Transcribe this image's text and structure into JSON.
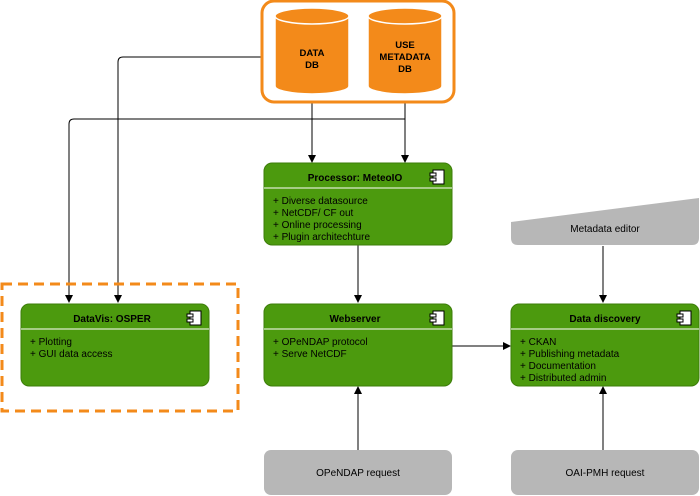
{
  "colors": {
    "component_fill": "#4c9a0e",
    "component_stroke": "#3d7d0a",
    "db_fill": "#f38a1a",
    "highlight": "#f38a1a",
    "request_fill": "#b7b7b7",
    "arrow": "#000000"
  },
  "databases": [
    {
      "line1": "DATA",
      "line2": "DB",
      "line3": ""
    },
    {
      "line1": "USE",
      "line2": "METADATA",
      "line3": "DB"
    }
  ],
  "components": {
    "processor": {
      "title": "Processor: MeteoIO",
      "items": [
        "+ Diverse datasource",
        "+ NetCDF/ CF out",
        "+ Online processing",
        "+ Plugin architechture"
      ],
      "icon": "component-icon"
    },
    "datavis": {
      "title": "DataVis: OSPER",
      "items": [
        "+ Plotting",
        "+ GUI data access"
      ],
      "icon": "component-icon"
    },
    "webserver": {
      "title": "Webserver",
      "items": [
        "+ OPeNDAP protocol",
        "+ Serve NetCDF"
      ],
      "icon": "component-icon"
    },
    "discovery": {
      "title": "Data discovery",
      "items": [
        "+ CKAN",
        "+ Publishing metadata",
        "+ Documentation",
        "+ Distributed admin"
      ],
      "icon": "component-icon"
    }
  },
  "inputs": {
    "metadata_editor": "Metadata editor",
    "opendap_request": "OPeNDAP request",
    "oai_request": "OAI-PMH request"
  }
}
